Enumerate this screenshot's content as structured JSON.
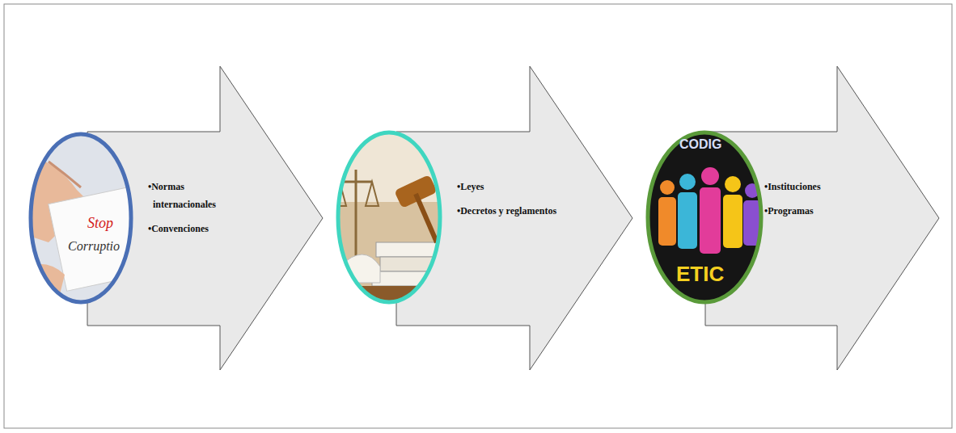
{
  "diagram": {
    "nodes": [
      {
        "text": [
          "•Normas internacionales",
          "•Convenciones"
        ]
      },
      {
        "text": [
          "•Leyes",
          "•Decretos y reglamentos"
        ]
      },
      {
        "text": [
          "•Instituciones",
          "•Programas"
        ]
      }
    ],
    "labels": [
      "Stop",
      "Corruptio",
      "CODIG",
      "ETIC"
    ]
  }
}
